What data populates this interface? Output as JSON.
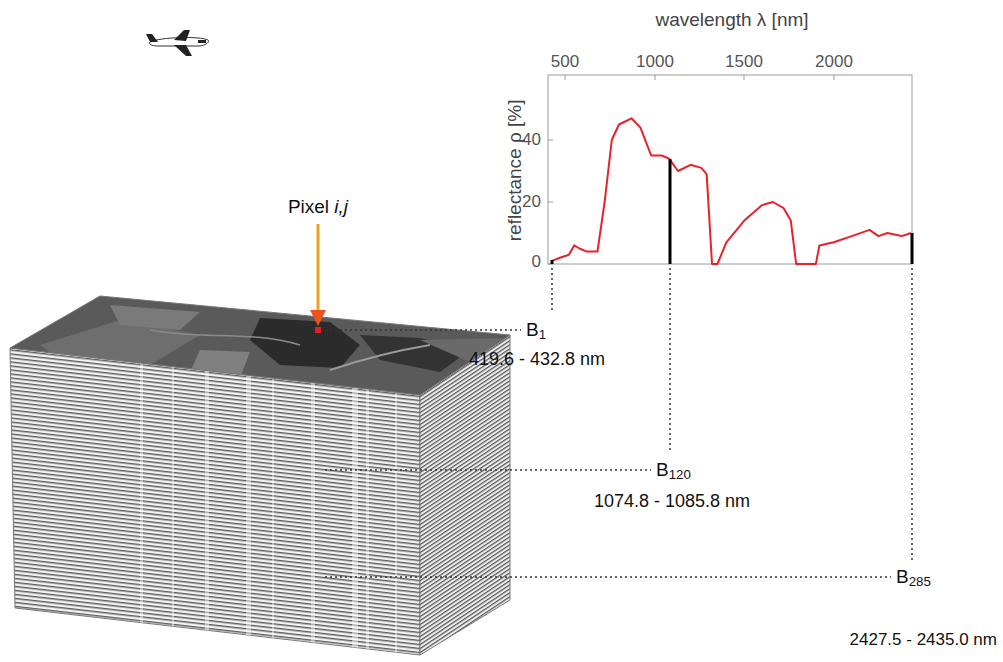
{
  "diagram": {
    "labels": [
      "wavelength λ [nm]",
      "500",
      "1000",
      "1500",
      "2000",
      "reflectance ρ [%]",
      "40",
      "20",
      "0",
      "Pixel i,j",
      "B1",
      "419.6 - 432.8 nm",
      "B120",
      "1074.8 - 1085.8 nm",
      "B285",
      "2427.5 - 2435.0 nm"
    ]
  }
}
